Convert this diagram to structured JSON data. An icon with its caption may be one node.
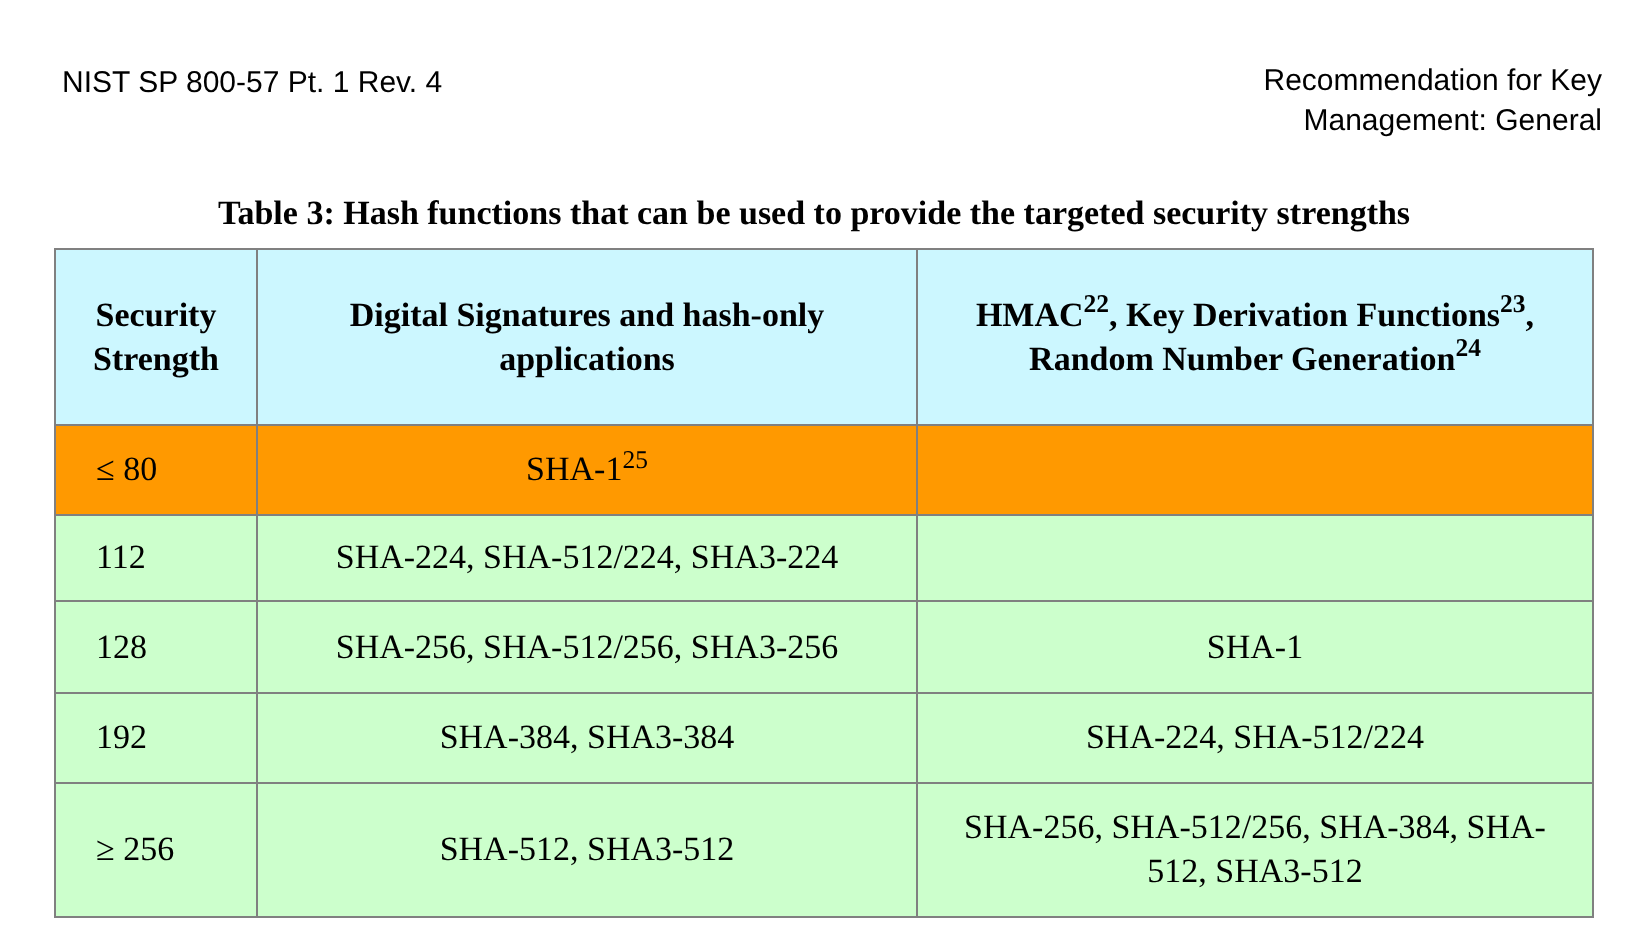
{
  "diagram": {
    "title": "Table 3: Hash functions that can be used to provide the targeted security strengths",
    "labels": [
      "NIST SP 800-57 Pt. 1 Rev. 4",
      "Recommendation for Key Management: General",
      "Security Strength",
      "Digital Signatures and hash-only applications",
      "HMAC$^{22}$, Key Derivation Functions$^{23}$, Random Number Generation$^{24}$",
      "≤ 80",
      "SHA-1$^{25}$",
      "112",
      "SHA-224, SHA-512/224, SHA3-224",
      "128",
      "SHA-256, SHA-512/256, SHA3-256",
      "SHA-1",
      "192",
      "SHA-384, SHA3-384",
      "SHA-224, SHA-512/224",
      "≥ 256",
      "SHA-512, SHA3-512",
      "SHA-256, SHA-512/256, SHA-384, SHA-512, SHA3-512"
    ]
  }
}
